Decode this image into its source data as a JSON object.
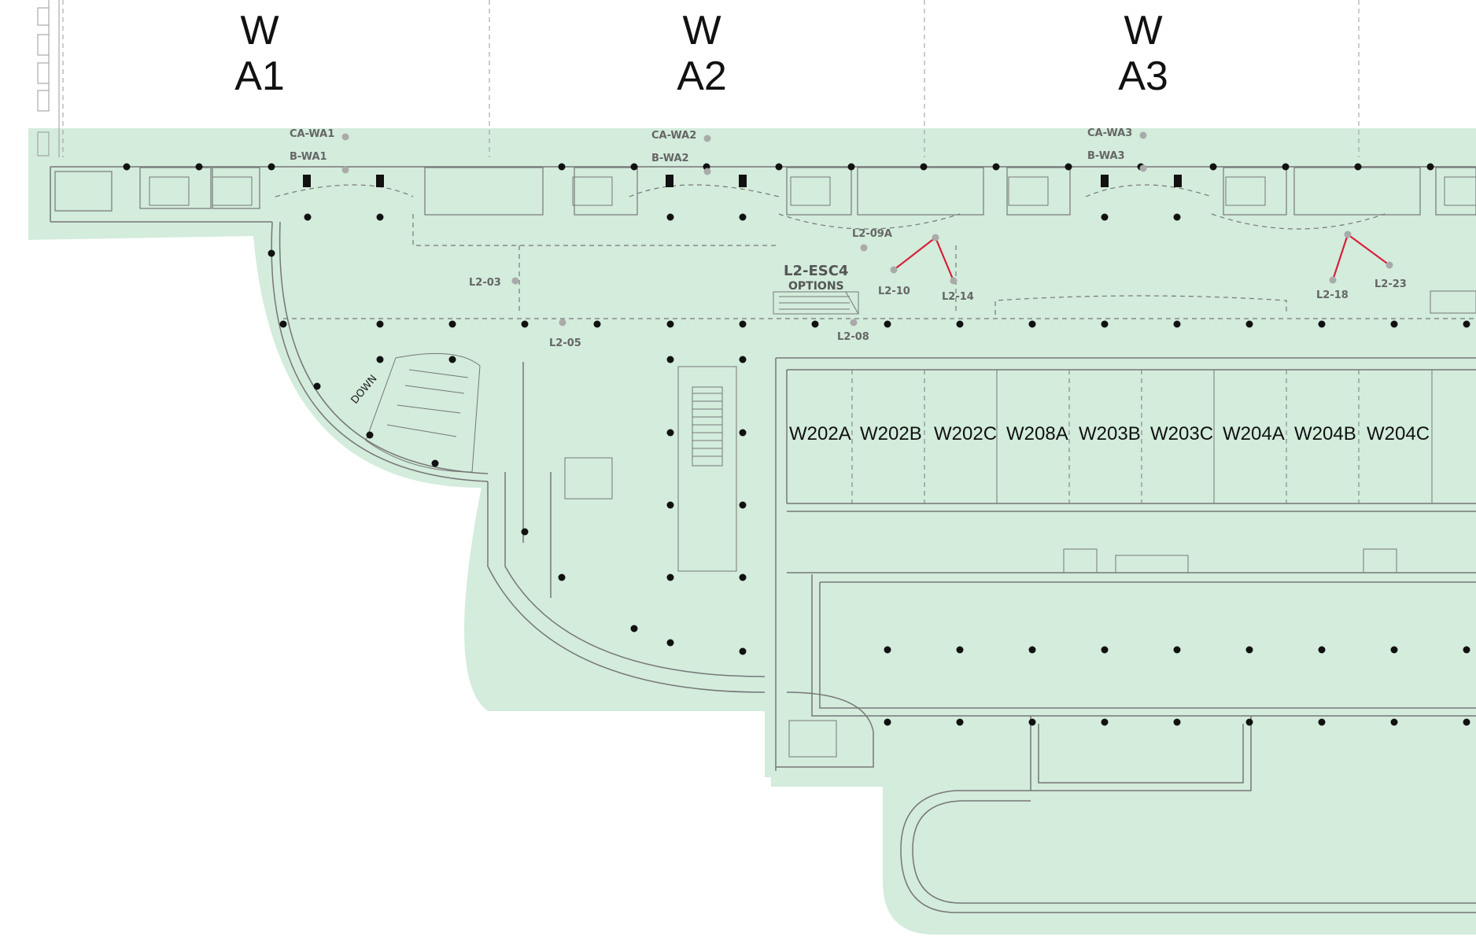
{
  "zones": [
    {
      "line1": "W",
      "line2": "A1"
    },
    {
      "line1": "W",
      "line2": "A2"
    },
    {
      "line1": "W",
      "line2": "A3"
    }
  ],
  "access_points": {
    "ca_wa1": "CA-WA1",
    "b_wa1": "B-WA1",
    "ca_wa2": "CA-WA2",
    "b_wa2": "B-WA2",
    "ca_wa3": "CA-WA3",
    "b_wa3": "B-WA3",
    "l2_03": "L2-03",
    "l2_05": "L2-05",
    "l2_08": "L2-08",
    "l2_09a": "L2-09A",
    "l2_10": "L2-10",
    "l2_14": "L2-14",
    "l2_18": "L2-18",
    "l2_23": "L2-23"
  },
  "escalator": {
    "name": "L2-ESC4",
    "note": "OPTIONS"
  },
  "stair_label": "DOWN",
  "rooms": [
    "W202A",
    "W202B",
    "W202C",
    "W208A",
    "W203B",
    "W203C",
    "W204A",
    "W204B",
    "W204C"
  ],
  "colors": {
    "floor_fill": "#d3ecdc",
    "wall": "#777777",
    "column": "#111111",
    "ap_link": "#d6203a",
    "ap_point": "#aaaaaa"
  }
}
